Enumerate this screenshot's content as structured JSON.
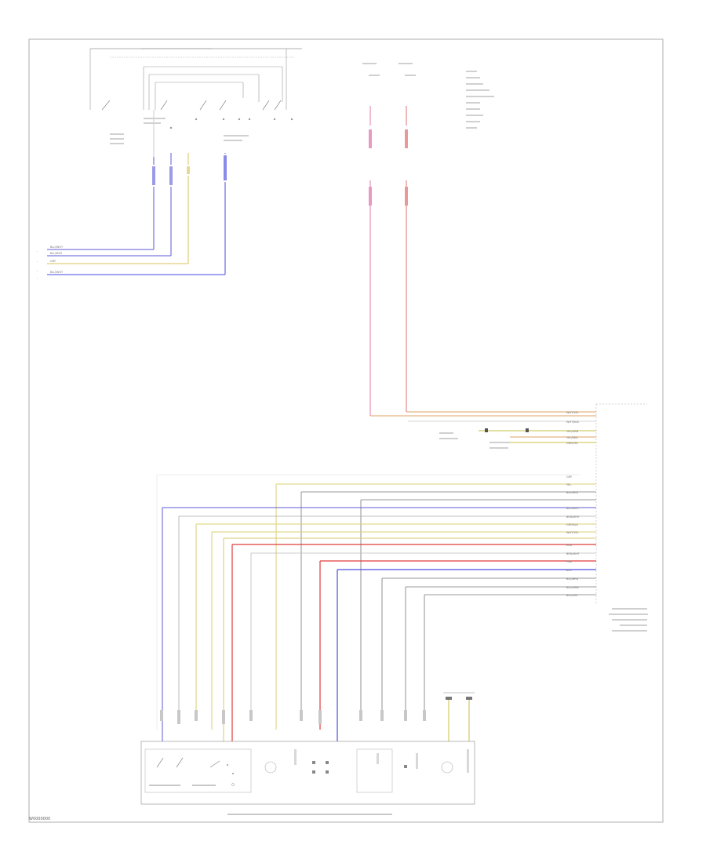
{
  "diagram_id": "W0000000",
  "wire_colors": {
    "BLU/WHT": "#5b5bd6",
    "YEL": "#d8c35a",
    "PNK": "#d97aa8",
    "RED/BLU": "#e06d6d",
    "RED": "#e03a3a",
    "BLU": "#4a4ae0",
    "GRY": "#888888",
    "BRN": "#9a7a5a",
    "YEL/GRN": "#c8c840",
    "WHT": "#bbbbbb",
    "ORG": "#e0a050",
    "BLK": "#555555"
  },
  "left_wires": [
    {
      "label": "BLU/WHT",
      "color": "#5b5bd6"
    },
    {
      "label": "BLU/RED",
      "color": "#5b5bd6"
    },
    {
      "label": "GRY",
      "color": "#cfc08a"
    },
    {
      "label": "BLU/WHT",
      "color": "#5b5bd6"
    }
  ],
  "right_connector_wires": [
    {
      "label": "WHT/YEL",
      "color": "#e0a060"
    },
    {
      "label": "WHT/BLK",
      "color": "#999999"
    },
    {
      "label": "YEL/GRN",
      "color": "#cfc040"
    },
    {
      "label": "YEL/RED",
      "color": "#e0a060"
    },
    {
      "label": "GRN/YEL",
      "color": "#c8c040"
    },
    {
      "label": "GRY",
      "color": "#cccccc"
    },
    {
      "label": "YEL",
      "color": "#d8c870"
    },
    {
      "label": "BLK/RED",
      "color": "#777777"
    },
    {
      "label": "BLU/WHT",
      "color": "#5b5bd6"
    },
    {
      "label": "BRN/WHT",
      "color": "#aaaaaa"
    },
    {
      "label": "GRY/BLK",
      "color": "#d8d070"
    },
    {
      "label": "WHT/YEL",
      "color": "#d8c870"
    },
    {
      "label": "RED",
      "color": "#e03a3a"
    },
    {
      "label": "BRN/WHT",
      "color": "#bbbbbb"
    },
    {
      "label": "PNK",
      "color": "#e08aa0"
    },
    {
      "label": "BLU",
      "color": "#4a4ae0"
    },
    {
      "label": "BLK/BRN",
      "color": "#777777"
    },
    {
      "label": "BLK/GRN",
      "color": "#777777"
    },
    {
      "label": "BLK/GRY",
      "color": "#777777"
    }
  ]
}
